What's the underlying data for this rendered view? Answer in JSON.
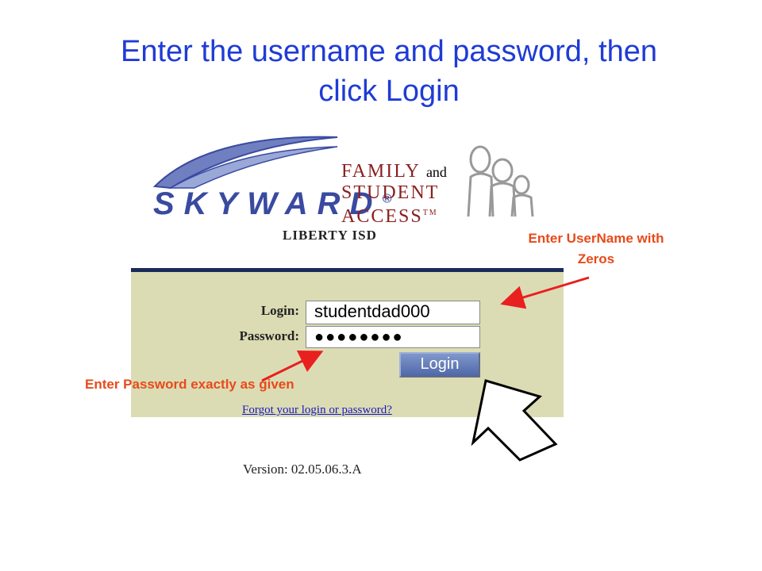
{
  "slide": {
    "title_line1": "Enter the username and password, then",
    "title_line2": "click Login"
  },
  "logo": {
    "brand": "SKYWARD",
    "registered": "®",
    "line1": "FAMILY",
    "line1_and": "and",
    "line2": "STUDENT",
    "line3": "ACCESS",
    "tm": "TM",
    "district": "LIBERTY ISD"
  },
  "login_form": {
    "login_label": "Login:",
    "login_value": "studentdad000",
    "password_label": "Password:",
    "password_value": "●●●●●●●●",
    "login_button": "Login",
    "forgot_link": "Forgot your login or password?"
  },
  "version": "Version: 02.05.06.3.A",
  "annotations": {
    "username_line1": "Enter UserName with",
    "username_line2": "Zeros",
    "password": "Enter Password exactly as given"
  },
  "colors": {
    "title": "#1f3bd6",
    "annotation": "#e84a1a",
    "panel": "#dcdcb4",
    "panel_border": "#1c2a5a",
    "button": "#5f78b8"
  }
}
